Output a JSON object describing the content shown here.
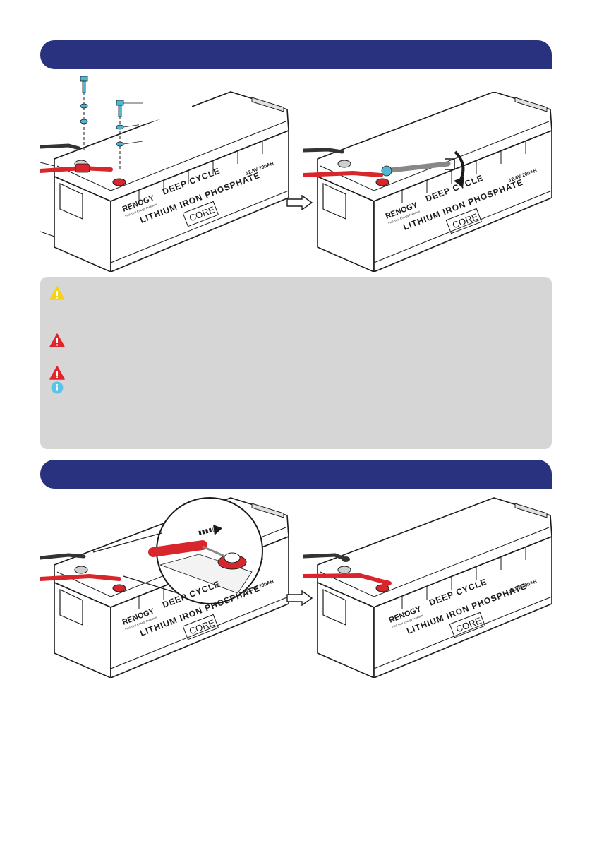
{
  "battery": {
    "brand": "RENOGY",
    "tagline": "Find Your Energy Freedom",
    "line1": "DEEP CYCLE",
    "line2": "LITHIUM IRON PHOSPHATE",
    "model": "CORE",
    "rating": "12.8V 200AH"
  },
  "colors": {
    "banner": "#29327f",
    "panel": "#d6d6d6",
    "caution": "#f2d21b",
    "warning": "#e1252c",
    "info": "#5bc3e8",
    "cable_red": "#d9262c",
    "bolt": "#4fb6d3"
  },
  "icons": {
    "caution": "caution-triangle-icon",
    "warning": "warning-triangle-icon",
    "info": "info-circle-icon",
    "arrow": "right-arrow-icon"
  }
}
